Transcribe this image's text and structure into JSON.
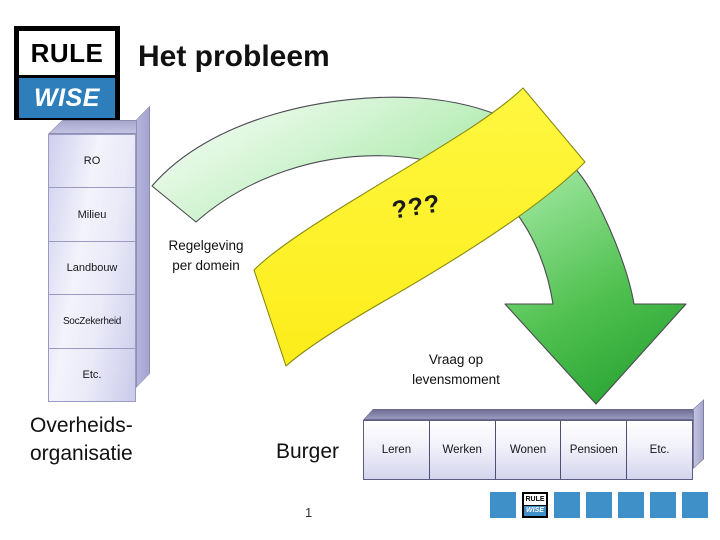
{
  "slide": {
    "title": "Het probleem",
    "page_number": "1",
    "background": "#ffffff"
  },
  "logo": {
    "top_text": "RULE",
    "bottom_text": "WISE",
    "top_bg": "#ffffff",
    "bottom_bg": "#2e7ebc",
    "border": "#000000"
  },
  "government": {
    "caption_line1": "Overheids-",
    "caption_line2": "organisatie",
    "cells": [
      {
        "label": "RO"
      },
      {
        "label": "Milieu"
      },
      {
        "label": "Landbouw"
      },
      {
        "label": "SocZekerheid"
      },
      {
        "label": "Etc."
      }
    ]
  },
  "labels": {
    "regulation_line1": "Regelgeving",
    "regulation_line2": "per domein",
    "demand_line1": "Vraag op",
    "demand_line2": "levensmoment",
    "question_marks": "???"
  },
  "citizen": {
    "caption": "Burger",
    "cells": [
      {
        "label": "Leren"
      },
      {
        "label": "Werken"
      },
      {
        "label": "Wonen"
      },
      {
        "label": "Pensioen"
      },
      {
        "label": "Etc."
      }
    ]
  },
  "footer": {
    "squares": [
      {
        "type": "plain"
      },
      {
        "type": "logo",
        "top_text": "RULE",
        "bottom_text": "WISE"
      },
      {
        "type": "plain"
      },
      {
        "type": "plain"
      },
      {
        "type": "plain"
      },
      {
        "type": "plain"
      },
      {
        "type": "plain"
      }
    ],
    "square_color": "#3f8fc8"
  },
  "shapes": {
    "green_arrow": {
      "name": "curved-down-arrow",
      "gradient_from": "#fbfffb",
      "gradient_mid": "#9fe49f",
      "gradient_to": "#1f9e2e",
      "stroke": "#4a4a52"
    },
    "yellow_band": {
      "name": "question-ribbon",
      "fill": "#fff22d",
      "stroke": "#8a8a10"
    }
  }
}
